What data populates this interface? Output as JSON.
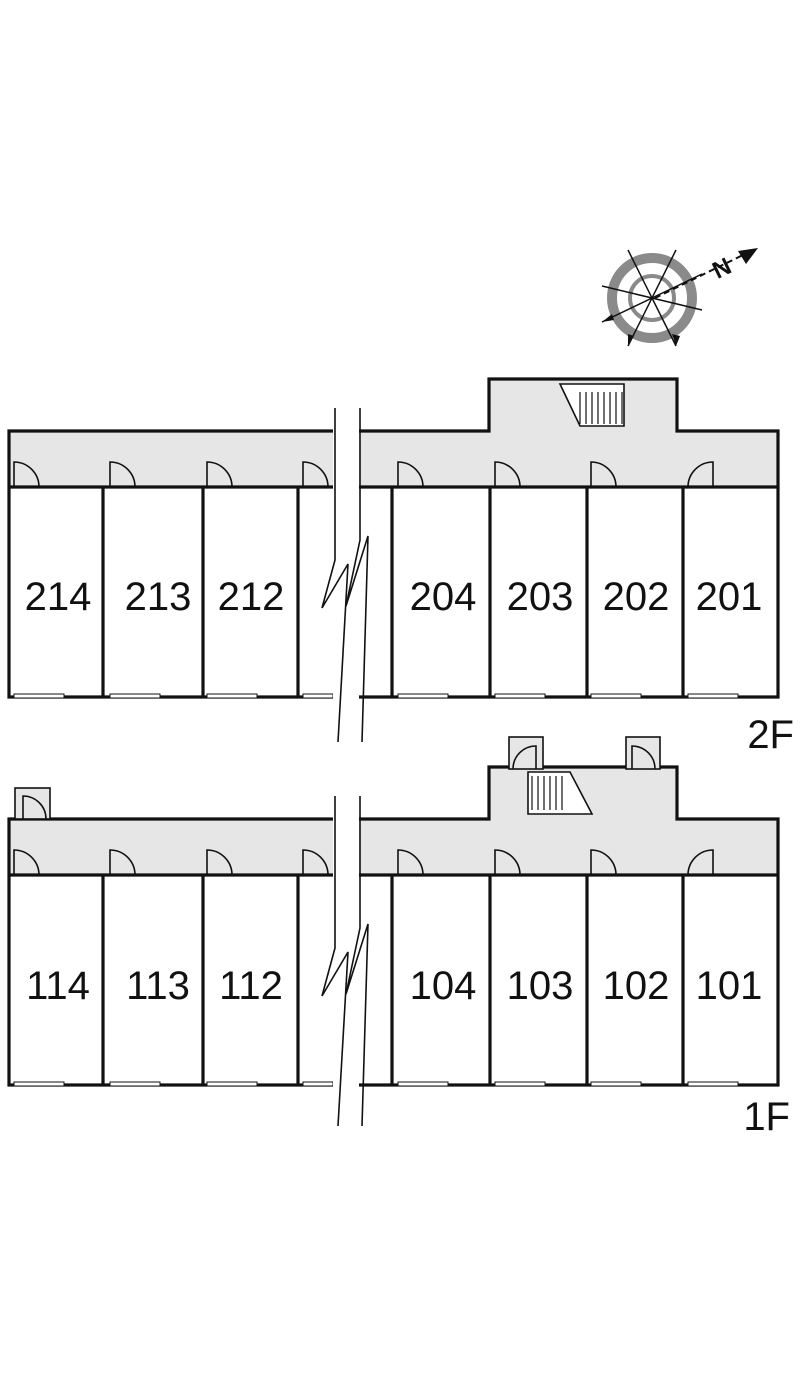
{
  "floors": [
    {
      "label": "2F",
      "rooms_left": [
        "214",
        "213",
        "212"
      ],
      "rooms_right": [
        "204",
        "203",
        "202",
        "201"
      ]
    },
    {
      "label": "1F",
      "rooms_left": [
        "114",
        "113",
        "112"
      ],
      "rooms_right": [
        "104",
        "103",
        "102",
        "101"
      ]
    }
  ],
  "compass": {
    "letter": "N"
  },
  "colors": {
    "corridor": "#e6e6e6",
    "line": "#111111",
    "compass_ring": "#8a8a8a"
  }
}
